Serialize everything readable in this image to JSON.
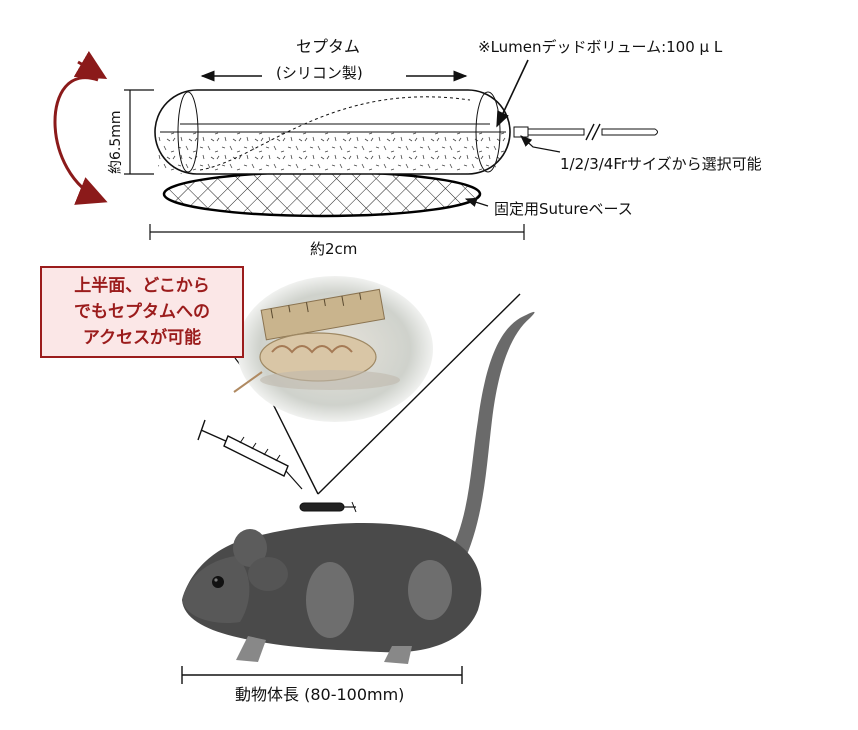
{
  "labels": {
    "septum_title": "セプタム",
    "septum_material": "(シリコン製)",
    "lumen_note": "※Lumenデッドボリューム:100 μ L",
    "catheter_sizes": "1/2/3/4Frサイズから選択可能",
    "suture_base": "固定用Sutureベース",
    "height": "約6.5mm",
    "length": "約2cm",
    "body_length": "動物体長 (80-100mm)"
  },
  "callout": {
    "line1": "上半面、どこから",
    "line2": "でもセプタムへの",
    "line3": "アクセスが可能"
  },
  "colors": {
    "accent_red": "#9b1c1c",
    "callout_fill": "#fbe7e7",
    "mouse_fur": "#4a4a4a"
  }
}
